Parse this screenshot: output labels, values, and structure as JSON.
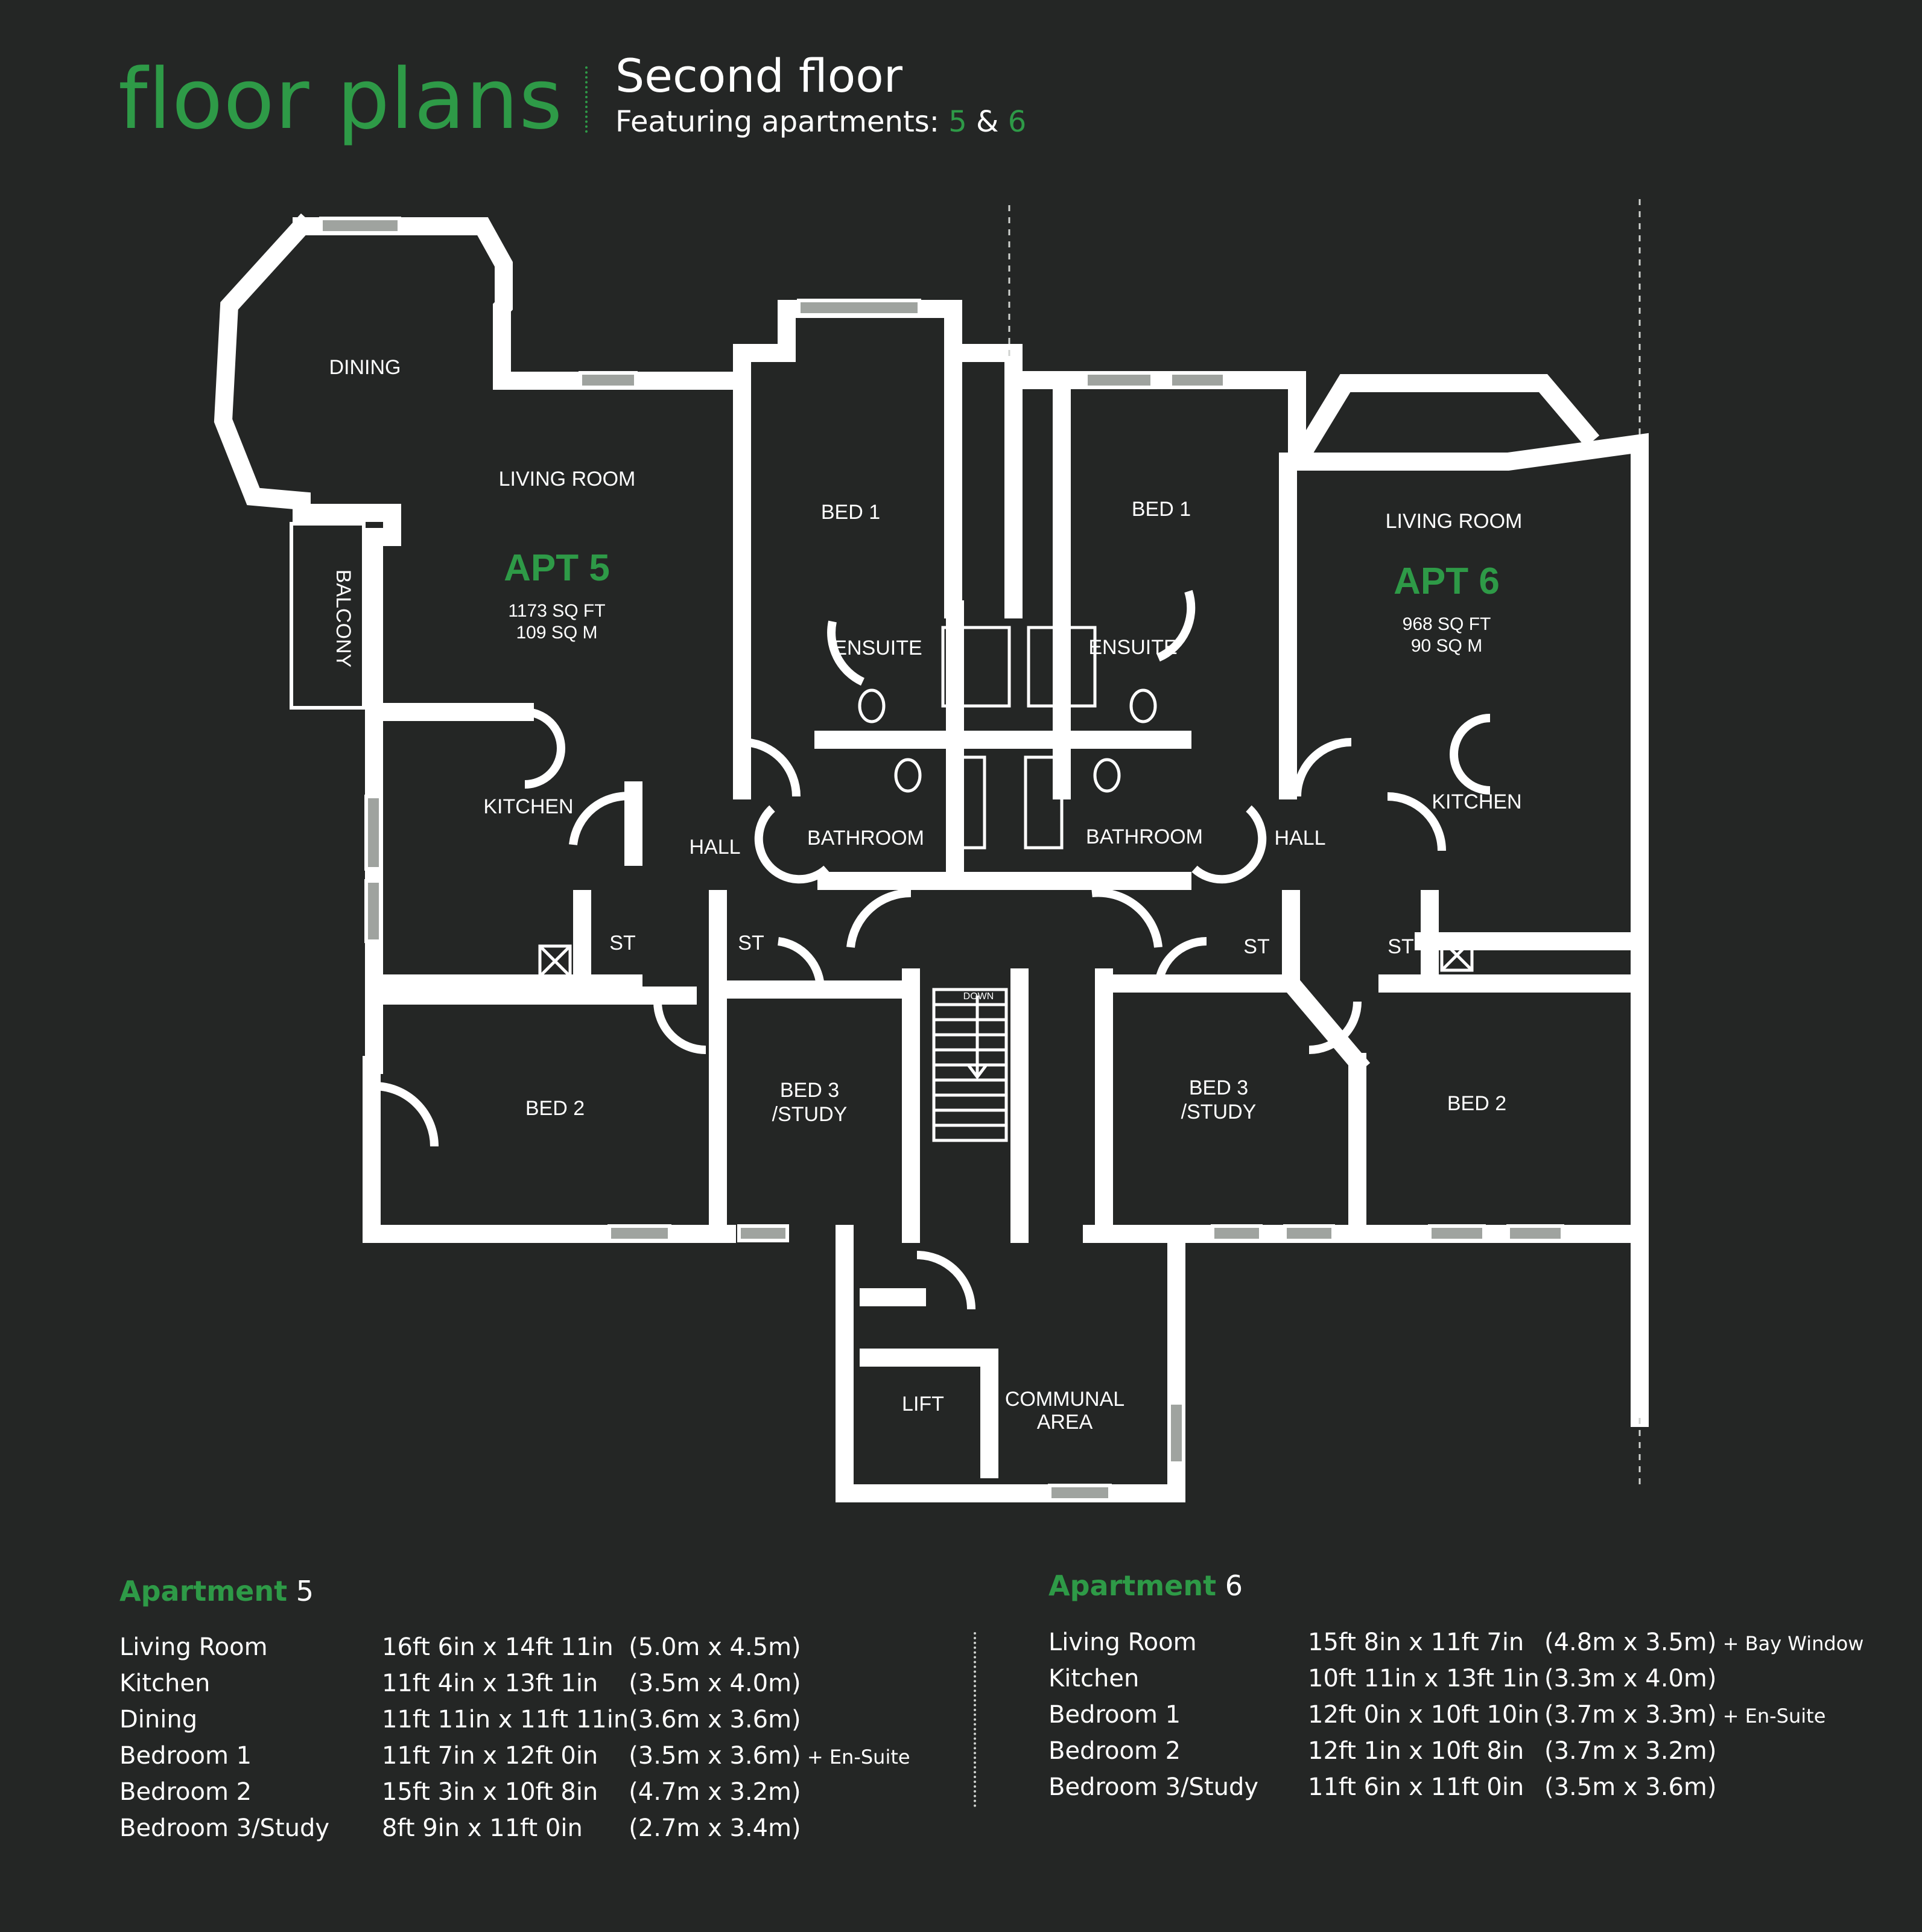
{
  "header": {
    "title": "floor plans",
    "floor": "Second floor",
    "featuring_label": "Featuring apartments:",
    "apt_a": "5",
    "amp": "&",
    "apt_b": "6"
  },
  "colors": {
    "background": "#242625",
    "accent": "#2e9a47",
    "walls": "#ffffff"
  },
  "plan": {
    "apt5": {
      "name": "APT 5",
      "sqft": "1173 SQ FT",
      "sqm": "109 SQ M"
    },
    "apt6": {
      "name": "APT 6",
      "sqft": "968 SQ FT",
      "sqm": "90 SQ M"
    },
    "rooms": {
      "dining": "DINING",
      "living5": "LIVING ROOM",
      "balcony": "BALCONY",
      "bed1_5": "BED 1",
      "ensuite5": "ENSUITE",
      "kitchen5": "KITCHEN",
      "hall5": "HALL",
      "bathroom5": "BATHROOM",
      "st5a": "ST",
      "st5b": "ST",
      "bed2_5": "BED  2",
      "bed3_5a": "BED 3",
      "bed3_5b": "/STUDY",
      "bed1_6": "BED 1",
      "ensuite6": "ENSUITE",
      "bathroom6": "BATHROOM",
      "hall6": "HALL",
      "living6": "LIVING ROOM",
      "kitchen6": "KITCHEN",
      "st6a": "ST",
      "st6b": "ST",
      "bed3_6a": "BED 3",
      "bed3_6b": "/STUDY",
      "bed2_6": "BED  2",
      "down": "DOWN",
      "lift": "LIFT",
      "communal_a": "COMMUNAL",
      "communal_b": "AREA"
    }
  },
  "apartment5": {
    "label": "Apartment",
    "number": "5",
    "rows": [
      {
        "room": "Living Room",
        "imperial": "16ft 6in x 14ft 11in",
        "metric": "(5.0m x 4.5m)",
        "note": ""
      },
      {
        "room": "Kitchen",
        "imperial": "11ft 4in x 13ft 1in",
        "metric": "(3.5m x 4.0m)",
        "note": ""
      },
      {
        "room": "Dining",
        "imperial": "11ft 11in x 11ft 11in",
        "metric": "(3.6m x 3.6m)",
        "note": ""
      },
      {
        "room": "Bedroom 1",
        "imperial": "11ft 7in x 12ft 0in",
        "metric": "(3.5m x 3.6m)",
        "note": "+ En-Suite"
      },
      {
        "room": "Bedroom 2",
        "imperial": "15ft 3in x 10ft 8in",
        "metric": "(4.7m x 3.2m)",
        "note": ""
      },
      {
        "room": "Bedroom 3/Study",
        "imperial": "8ft 9in x 11ft 0in",
        "metric": "(2.7m x 3.4m)",
        "note": ""
      }
    ]
  },
  "apartment6": {
    "label": "Apartment",
    "number": "6",
    "rows": [
      {
        "room": "Living Room",
        "imperial": "15ft 8in x 11ft 7in",
        "metric": "(4.8m x 3.5m)",
        "note": "+ Bay Window"
      },
      {
        "room": "Kitchen",
        "imperial": "10ft 11in x 13ft 1in",
        "metric": "(3.3m x 4.0m)",
        "note": ""
      },
      {
        "room": "Bedroom 1",
        "imperial": "12ft 0in x 10ft 10in",
        "metric": "(3.7m x 3.3m)",
        "note": "+ En-Suite"
      },
      {
        "room": "Bedroom 2",
        "imperial": "12ft 1in x 10ft 8in",
        "metric": "(3.7m x 3.2m)",
        "note": ""
      },
      {
        "room": "Bedroom 3/Study",
        "imperial": "11ft 6in x 11ft 0in",
        "metric": "(3.5m x 3.6m)",
        "note": ""
      }
    ]
  }
}
